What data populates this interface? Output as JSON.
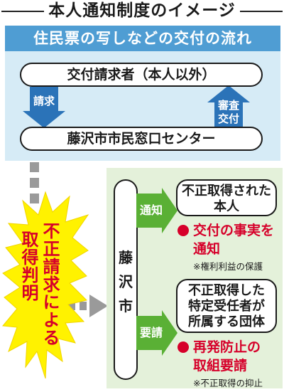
{
  "title": "本人通知制度のイメージ",
  "flow": {
    "header": "住民票の写しなどの交付の流れ",
    "applicant": "交付請求者（本人以外）",
    "request_label": "請求",
    "review_label_1": "審査",
    "review_label_2": "交付",
    "center": "藤沢市市民窓口センター"
  },
  "burst": {
    "line1": "不正請求による",
    "line2": "取得判明"
  },
  "city": {
    "char1": "藤",
    "char2": "沢",
    "char3": "市"
  },
  "branches": [
    {
      "action": "通知",
      "target_line1": "不正取得された",
      "target_line2": "本人",
      "content_line1": "交付の事実を",
      "content_line2": "通知",
      "note": "※権利利益の保護"
    },
    {
      "action": "要請",
      "target_line1": "不正取得した",
      "target_line2": "特定受任者が",
      "target_line3": "所属する団体",
      "content_line1": "再発防止の",
      "content_line2": "取組要請",
      "note": "※不正取得の抑止"
    }
  ],
  "colors": {
    "header_blue": "#4f9dd3",
    "panel_blue": "#d6ebf6",
    "arrow_blue": "#2b73b8",
    "panel_green": "#e4f1da",
    "arrow_green": "#5ab035",
    "burst_yellow": "#fff200",
    "emphasis_red": "#d6002a"
  }
}
